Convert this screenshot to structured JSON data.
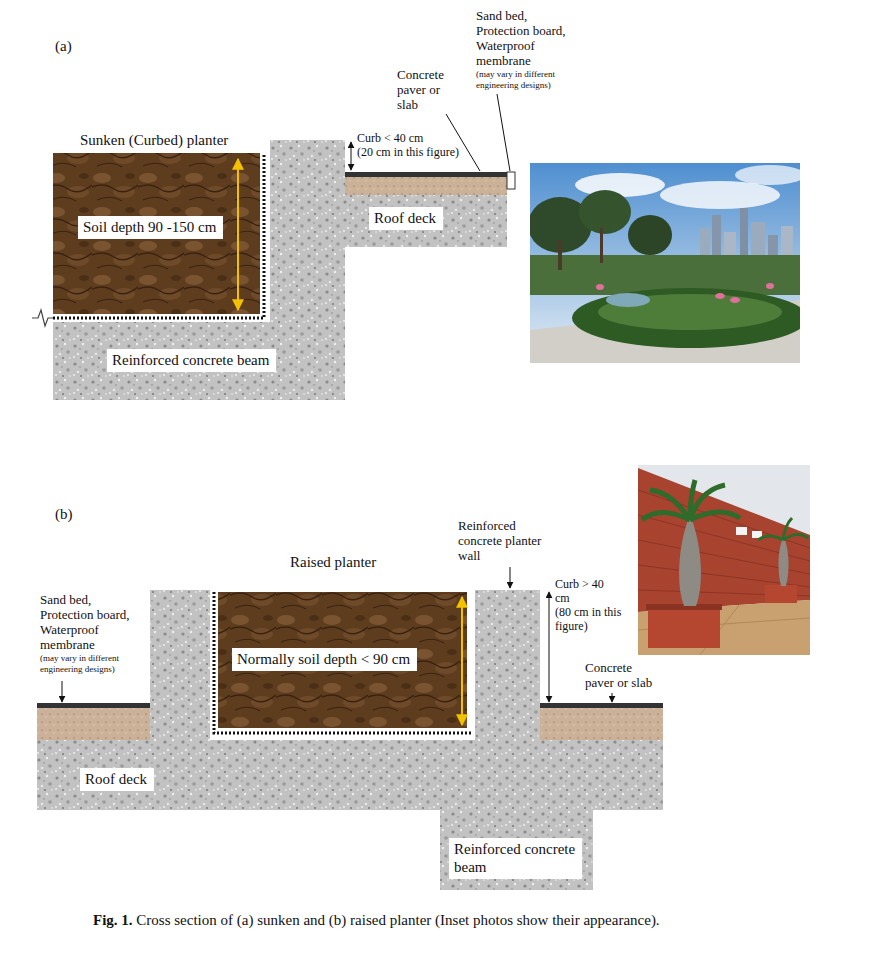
{
  "diagram": {
    "caption": "Fig. 1. Cross section of (a) sunken and (b) raised planter (Inset photos show their appearance).",
    "nodes": [
      {
        "text": [
          "Soil depth 90 -150 cm"
        ]
      },
      {
        "text": [
          "Reinforced concrete beam"
        ]
      },
      {
        "text": [
          "Roof deck"
        ]
      },
      {
        "text": [
          "Normally soil depth < 90 cm"
        ]
      },
      {
        "text": [
          "Roof deck"
        ]
      },
      {
        "text": [
          "Reinforced concrete beam"
        ]
      }
    ],
    "labels": [
      "(a)",
      "Sunken (Curbed) planter",
      "Concrete paver or slab",
      "Sand bed, Protection board, Waterproof membrane",
      "(may vary in different engineering designs)",
      "Curb < 40 cm (20 cm in this figure)",
      "(b)",
      "Raised planter",
      "Reinforced concrete planter wall",
      "Curb > 40 cm (80 cm in this figure)",
      "Sand bed, Protection board, Waterproof membrane",
      "(may vary in different engineering designs)",
      "Concrete paver or slab"
    ]
  }
}
